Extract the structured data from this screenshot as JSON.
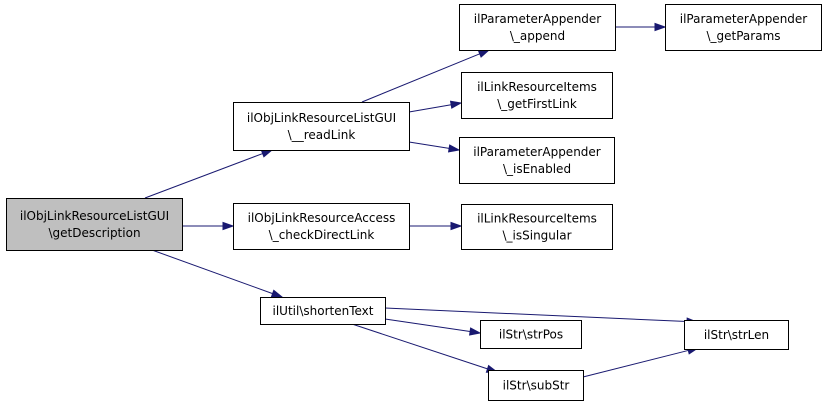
{
  "diagram": {
    "nodes": [
      {
        "id": "getDescription",
        "lines": [
          "ilObjLinkResourceListGUI",
          "\\getDescription"
        ],
        "is_root": true
      },
      {
        "id": "readLink",
        "lines": [
          "ilObjLinkResourceListGUI",
          "\\__readLink"
        ]
      },
      {
        "id": "checkDirectLink",
        "lines": [
          "ilObjLinkResourceAccess",
          "\\_checkDirectLink"
        ]
      },
      {
        "id": "shortenText",
        "lines": [
          "ilUtil\\shortenText"
        ]
      },
      {
        "id": "append",
        "lines": [
          "ilParameterAppender",
          "\\_append"
        ]
      },
      {
        "id": "getParams",
        "lines": [
          "ilParameterAppender",
          "\\_getParams"
        ]
      },
      {
        "id": "getFirstLink",
        "lines": [
          "ilLinkResourceItems",
          "\\_getFirstLink"
        ]
      },
      {
        "id": "isEnabled",
        "lines": [
          "ilParameterAppender",
          "\\_isEnabled"
        ]
      },
      {
        "id": "isSingular",
        "lines": [
          "ilLinkResourceItems",
          "\\_isSingular"
        ]
      },
      {
        "id": "strLen",
        "lines": [
          "ilStr\\strLen"
        ]
      },
      {
        "id": "strPos",
        "lines": [
          "ilStr\\strPos"
        ]
      },
      {
        "id": "subStr",
        "lines": [
          "ilStr\\subStr"
        ]
      }
    ],
    "edges": [
      {
        "from": "getDescription",
        "to": "readLink"
      },
      {
        "from": "getDescription",
        "to": "checkDirectLink"
      },
      {
        "from": "getDescription",
        "to": "shortenText"
      },
      {
        "from": "readLink",
        "to": "append"
      },
      {
        "from": "readLink",
        "to": "getFirstLink"
      },
      {
        "from": "readLink",
        "to": "isEnabled"
      },
      {
        "from": "append",
        "to": "getParams"
      },
      {
        "from": "checkDirectLink",
        "to": "isSingular"
      },
      {
        "from": "shortenText",
        "to": "strLen"
      },
      {
        "from": "shortenText",
        "to": "strPos"
      },
      {
        "from": "shortenText",
        "to": "subStr"
      },
      {
        "from": "subStr",
        "to": "strLen"
      }
    ],
    "colors": {
      "edge": "#191970",
      "node_border": "#000000",
      "root_fill": "#bfbfbf",
      "node_fill": "#ffffff"
    }
  }
}
